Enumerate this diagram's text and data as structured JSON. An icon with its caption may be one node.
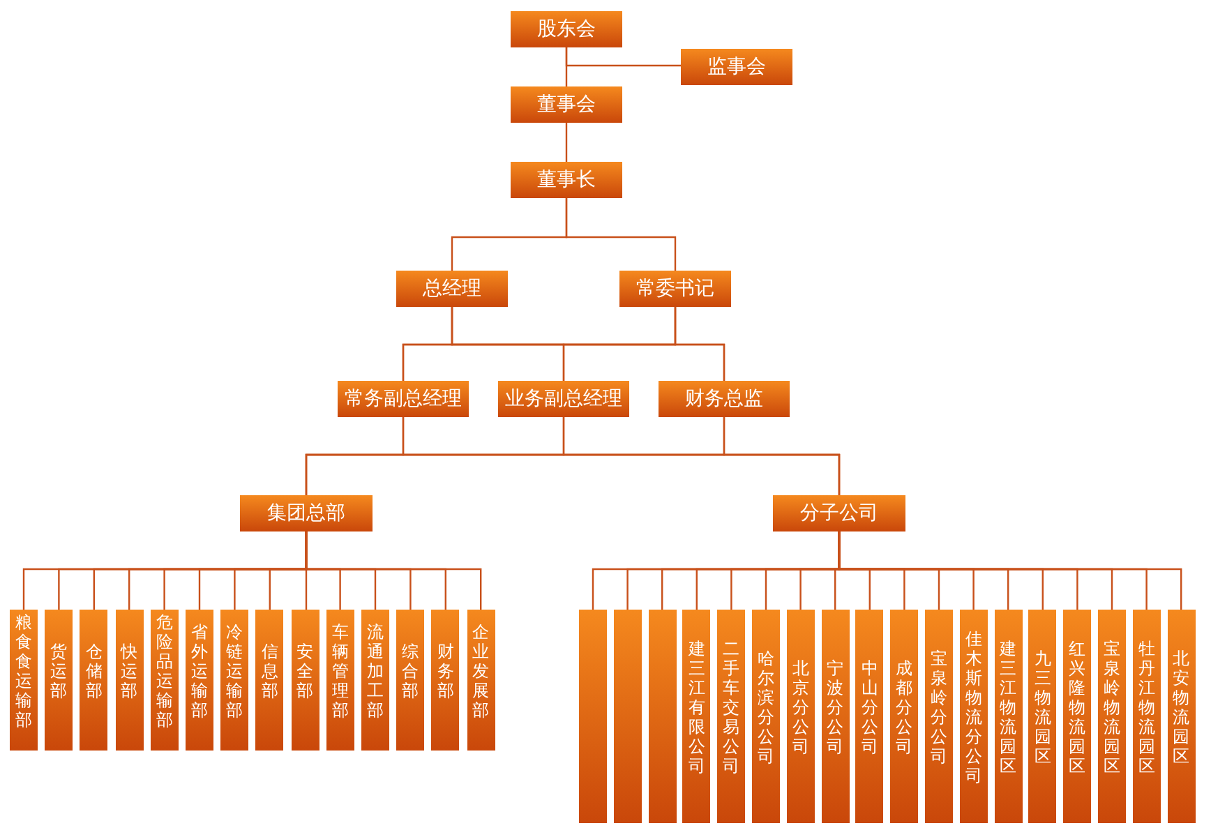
{
  "diagram": {
    "nodes": [
      {
        "text": [
          "股东会"
        ]
      },
      {
        "text": [
          "监事会"
        ]
      },
      {
        "text": [
          "董事会"
        ]
      },
      {
        "text": [
          "董事长"
        ]
      },
      {
        "text": [
          "总经理"
        ]
      },
      {
        "text": [
          "常委书记"
        ]
      },
      {
        "text": [
          "常务副总经理"
        ]
      },
      {
        "text": [
          "业务副总经理"
        ]
      },
      {
        "text": [
          "财务总监"
        ]
      },
      {
        "text": [
          "集团总部"
        ]
      },
      {
        "text": [
          "分子公司"
        ]
      },
      {
        "text": [
          "粮食食运输部"
        ]
      },
      {
        "text": [
          "货运部"
        ]
      },
      {
        "text": [
          "仓储部"
        ]
      },
      {
        "text": [
          "快运部"
        ]
      },
      {
        "text": [
          "危险品运输部"
        ]
      },
      {
        "text": [
          "省外运输部"
        ]
      },
      {
        "text": [
          "冷链运输部"
        ]
      },
      {
        "text": [
          "信息部"
        ]
      },
      {
        "text": [
          "安全部"
        ]
      },
      {
        "text": [
          "车辆管理部"
        ]
      },
      {
        "text": [
          "流通加工部"
        ]
      },
      {
        "text": [
          "综合部"
        ]
      },
      {
        "text": [
          "财务部"
        ]
      },
      {
        "text": [
          "企业发展部"
        ]
      },
      {
        "text": [],
        "shape": "box"
      },
      {
        "text": [],
        "shape": "box"
      },
      {
        "text": [],
        "shape": "box"
      },
      {
        "text": [
          "建三江有限公司"
        ]
      },
      {
        "text": [
          "二手车交易公司"
        ]
      },
      {
        "text": [
          "哈尔滨分公司"
        ]
      },
      {
        "text": [
          "北京分公司"
        ]
      },
      {
        "text": [
          "宁波分公司"
        ]
      },
      {
        "text": [
          "中山分公司"
        ]
      },
      {
        "text": [
          "成都分公司"
        ]
      },
      {
        "text": [
          "宝泉岭分公司"
        ]
      },
      {
        "text": [
          "佳木斯物流分公司"
        ]
      },
      {
        "text": [
          "建三江物流园区"
        ]
      },
      {
        "text": [
          "九三物流园区"
        ]
      },
      {
        "text": [
          "红兴隆物流园区"
        ]
      },
      {
        "text": [
          "宝泉岭物流园区"
        ]
      },
      {
        "text": [
          "牡丹江物流园区"
        ]
      },
      {
        "text": [
          "北安物流园区"
        ]
      }
    ],
    "edges": [
      {
        "from": 0,
        "to": 1,
        "arrow": "none"
      },
      {
        "from": 0,
        "to": 2,
        "arrow": "none"
      },
      {
        "from": 2,
        "to": 3,
        "arrow": "none"
      },
      {
        "from": 3,
        "to": 4,
        "arrow": "none"
      },
      {
        "from": 3,
        "to": 5,
        "arrow": "none"
      },
      {
        "from": 4,
        "to": 6,
        "arrow": "none"
      },
      {
        "from": 4,
        "to": 7,
        "arrow": "none"
      },
      {
        "from": 4,
        "to": 8,
        "arrow": "none"
      },
      {
        "from": 5,
        "to": 6,
        "arrow": "none"
      },
      {
        "from": 5,
        "to": 7,
        "arrow": "none"
      },
      {
        "from": 5,
        "to": 8,
        "arrow": "none"
      },
      {
        "from": 6,
        "to": 9,
        "arrow": "none"
      },
      {
        "from": 6,
        "to": 10,
        "arrow": "none"
      },
      {
        "from": 7,
        "to": 9,
        "arrow": "none"
      },
      {
        "from": 7,
        "to": 10,
        "arrow": "none"
      },
      {
        "from": 8,
        "to": 9,
        "arrow": "none"
      },
      {
        "from": 8,
        "to": 10,
        "arrow": "none"
      },
      {
        "from": 9,
        "to": 11,
        "arrow": "none"
      },
      {
        "from": 9,
        "to": 12,
        "arrow": "none"
      },
      {
        "from": 9,
        "to": 13,
        "arrow": "none"
      },
      {
        "from": 9,
        "to": 14,
        "arrow": "none"
      },
      {
        "from": 9,
        "to": 15,
        "arrow": "none"
      },
      {
        "from": 9,
        "to": 16,
        "arrow": "none"
      },
      {
        "from": 9,
        "to": 17,
        "arrow": "none"
      },
      {
        "from": 9,
        "to": 18,
        "arrow": "none"
      },
      {
        "from": 9,
        "to": 19,
        "arrow": "none"
      },
      {
        "from": 9,
        "to": 20,
        "arrow": "none"
      },
      {
        "from": 9,
        "to": 21,
        "arrow": "none"
      },
      {
        "from": 9,
        "to": 22,
        "arrow": "none"
      },
      {
        "from": 9,
        "to": 23,
        "arrow": "none"
      },
      {
        "from": 9,
        "to": 24,
        "arrow": "none"
      },
      {
        "from": 10,
        "to": 25,
        "arrow": "none"
      },
      {
        "from": 10,
        "to": 26,
        "arrow": "none"
      },
      {
        "from": 10,
        "to": 27,
        "arrow": "none"
      },
      {
        "from": 10,
        "to": 28,
        "arrow": "none"
      },
      {
        "from": 10,
        "to": 29,
        "arrow": "none"
      },
      {
        "from": 10,
        "to": 30,
        "arrow": "none"
      },
      {
        "from": 10,
        "to": 31,
        "arrow": "none"
      },
      {
        "from": 10,
        "to": 32,
        "arrow": "none"
      },
      {
        "from": 10,
        "to": 33,
        "arrow": "none"
      },
      {
        "from": 10,
        "to": 34,
        "arrow": "none"
      },
      {
        "from": 10,
        "to": 35,
        "arrow": "none"
      },
      {
        "from": 10,
        "to": 36,
        "arrow": "none"
      },
      {
        "from": 10,
        "to": 37,
        "arrow": "none"
      },
      {
        "from": 10,
        "to": 38,
        "arrow": "none"
      },
      {
        "from": 10,
        "to": 39,
        "arrow": "none"
      },
      {
        "from": 10,
        "to": 40,
        "arrow": "none"
      },
      {
        "from": 10,
        "to": 41,
        "arrow": "none"
      },
      {
        "from": 10,
        "to": 42,
        "arrow": "none"
      }
    ]
  }
}
